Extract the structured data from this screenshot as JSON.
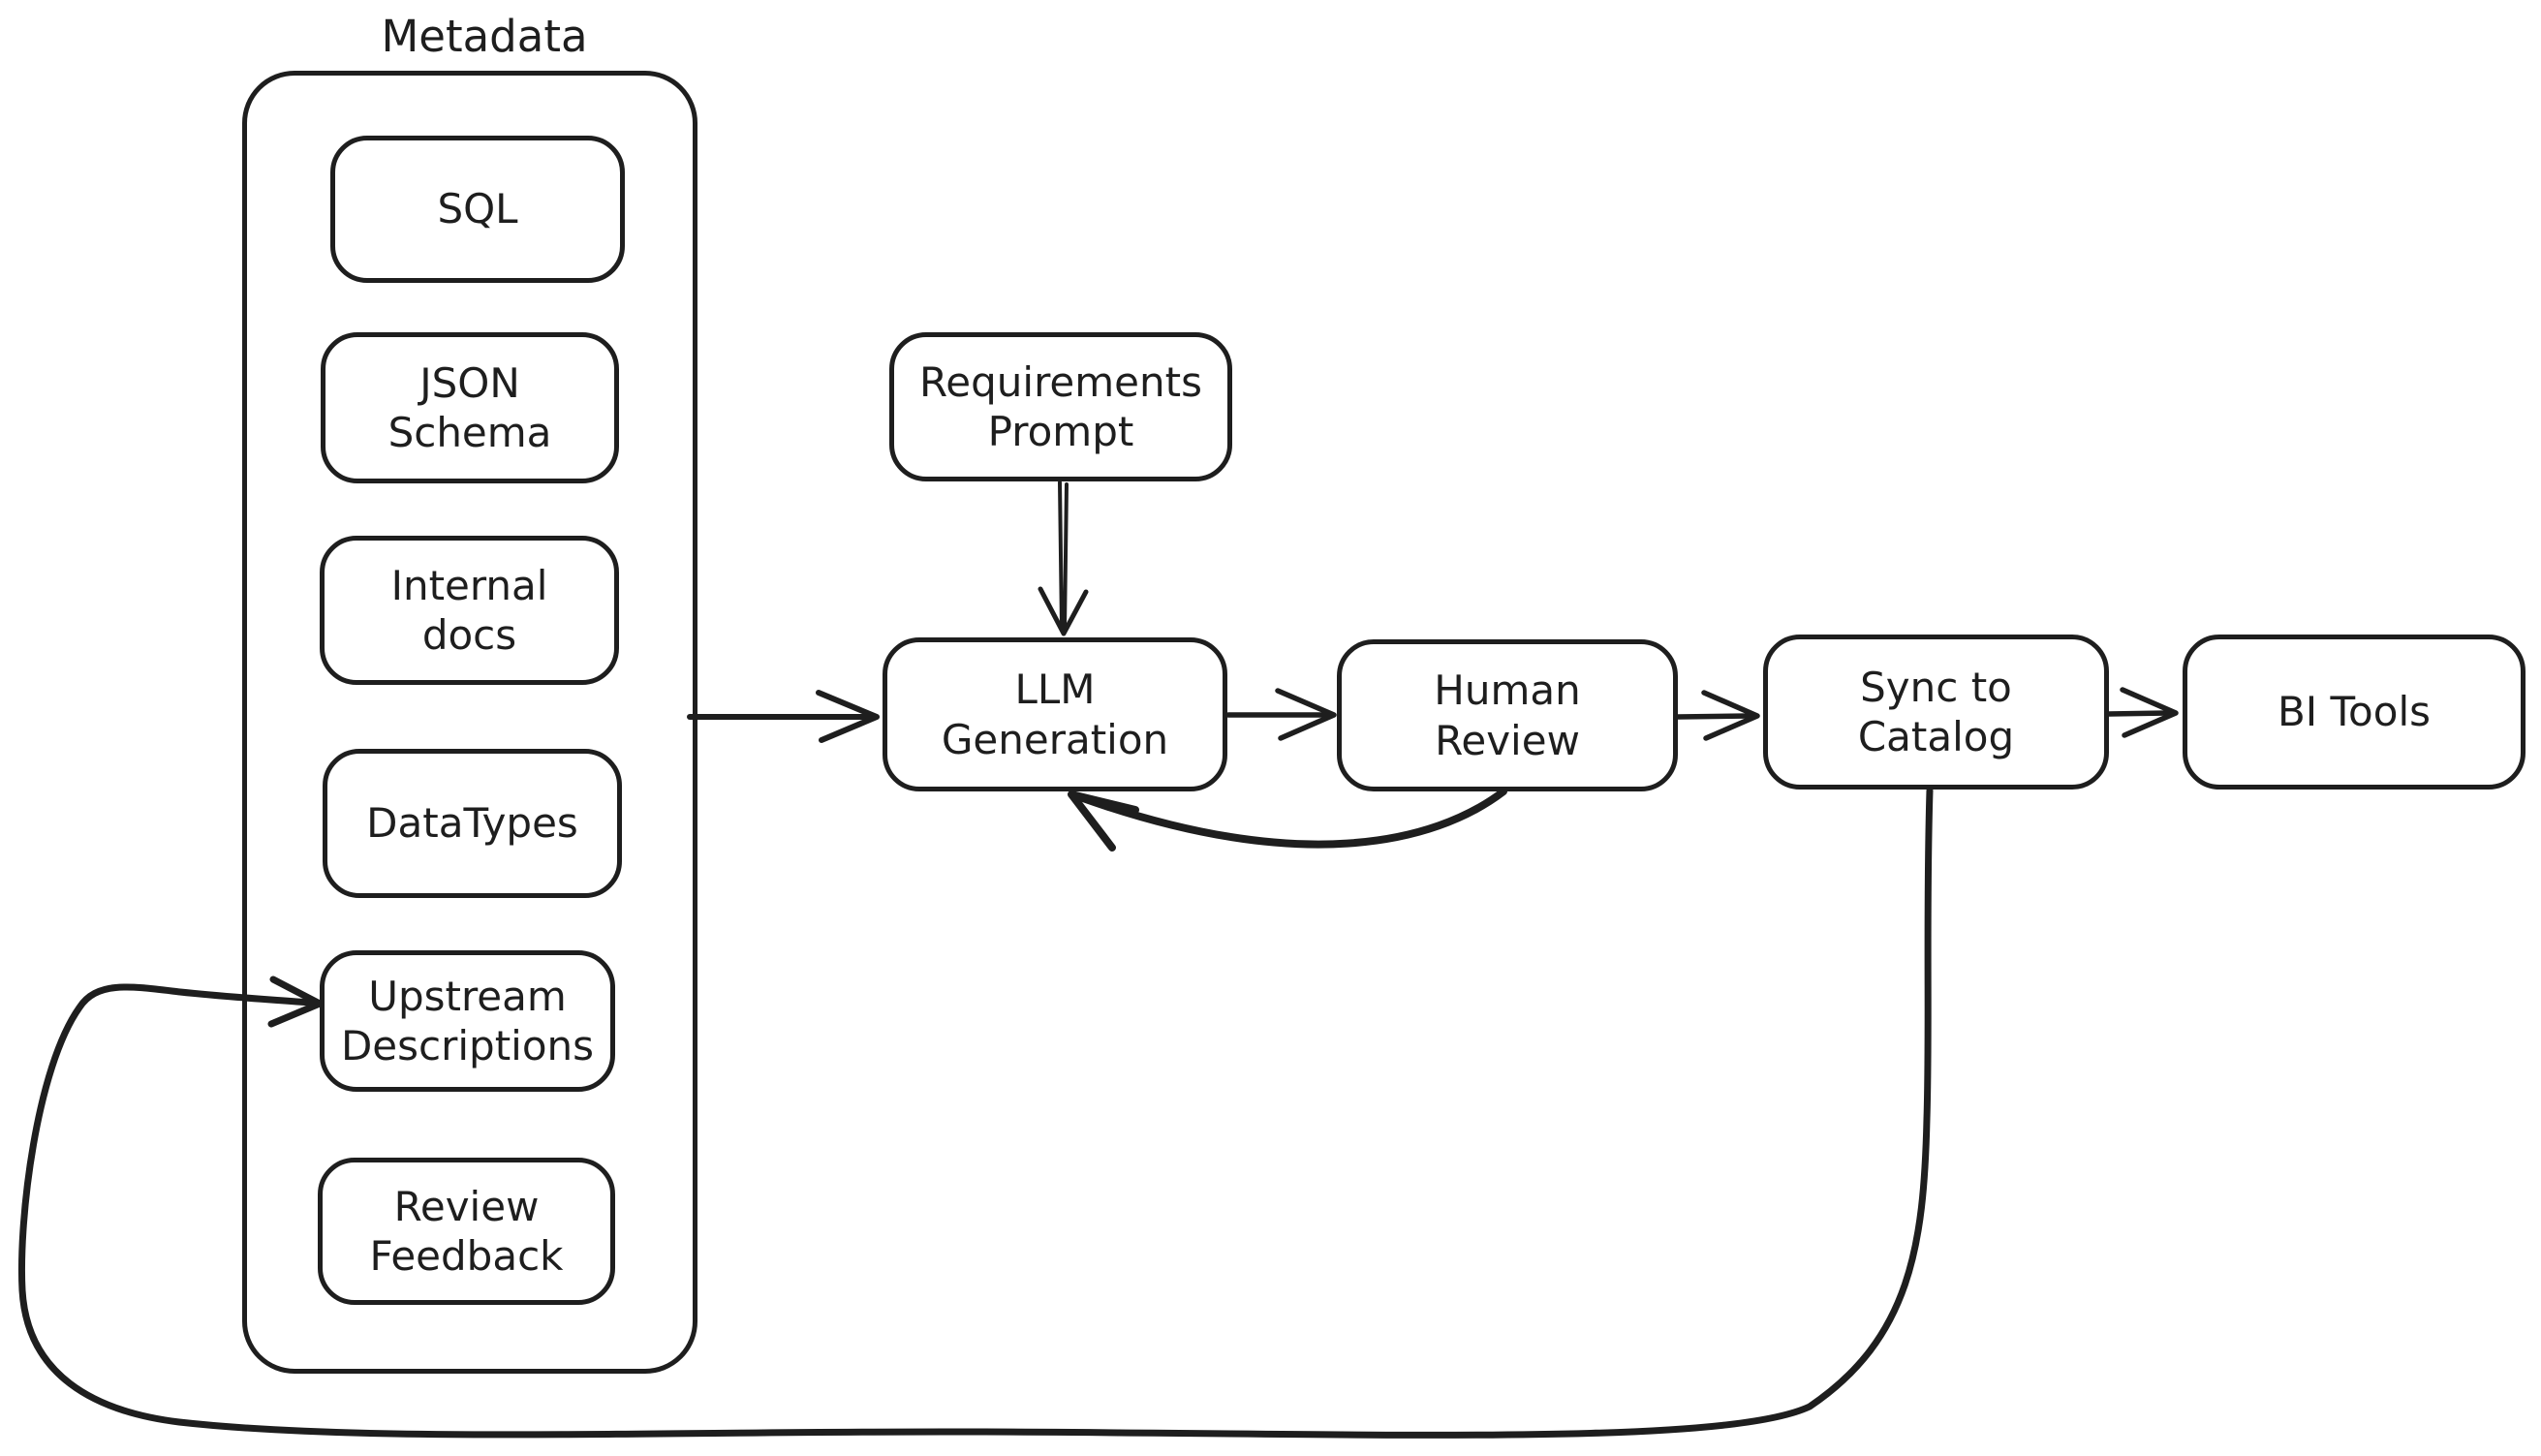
{
  "diagram": {
    "type": "flowchart",
    "colors": {
      "stroke": "#1e1e1e",
      "background": "#ffffff"
    },
    "group": {
      "label": "Metadata"
    },
    "nodes": {
      "sql": {
        "label": "SQL"
      },
      "json_schema": {
        "label": "JSON Schema"
      },
      "internal_docs": {
        "label": "Internal docs"
      },
      "datatypes": {
        "label": "DataTypes"
      },
      "upstream_descriptions": {
        "label": "Upstream Descriptions"
      },
      "review_feedback": {
        "label": "Review Feedback"
      },
      "requirements_prompt": {
        "label": "Requirements Prompt"
      },
      "llm_generation": {
        "label": "LLM Generation"
      },
      "human_review": {
        "label": "Human Review"
      },
      "sync_to_catalog": {
        "label": "Sync to Catalog"
      },
      "bi_tools": {
        "label": "BI Tools"
      }
    },
    "edges": [
      {
        "from": "Metadata",
        "to": "LLM Generation",
        "style": "straight-arrow"
      },
      {
        "from": "Requirements Prompt",
        "to": "LLM Generation",
        "style": "straight-arrow"
      },
      {
        "from": "LLM Generation",
        "to": "Human Review",
        "style": "straight-arrow"
      },
      {
        "from": "Human Review",
        "to": "LLM Generation",
        "style": "curved-arrow"
      },
      {
        "from": "Human Review",
        "to": "Sync to Catalog",
        "style": "straight-arrow"
      },
      {
        "from": "Sync to Catalog",
        "to": "BI Tools",
        "style": "straight-arrow"
      },
      {
        "from": "Sync to Catalog",
        "to": "Upstream Descriptions",
        "style": "curved-arrow"
      }
    ]
  }
}
